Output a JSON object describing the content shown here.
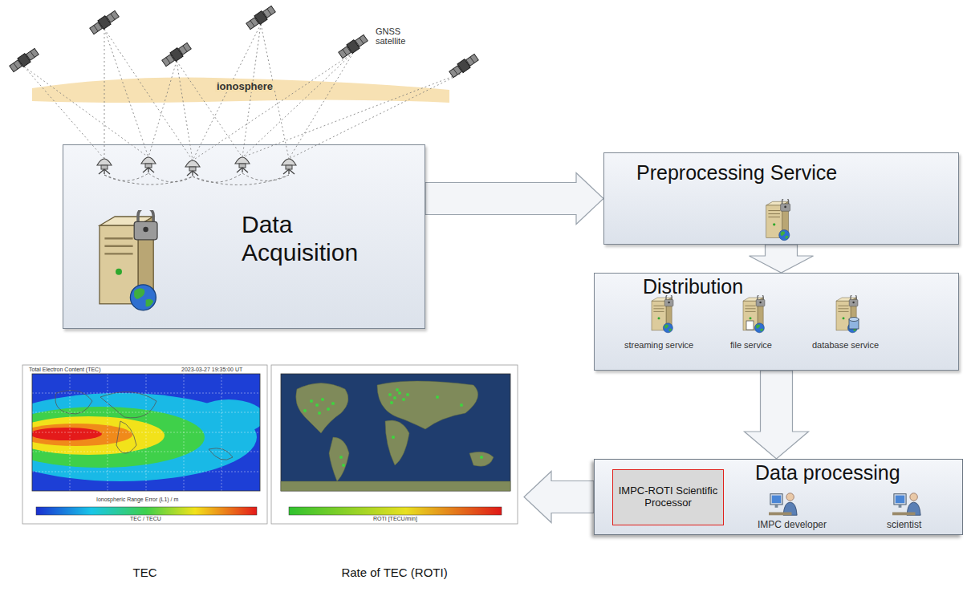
{
  "diagram": {
    "nodes": [
      {
        "text": [
          "Data Acquisition"
        ]
      },
      {
        "text": [
          "Preprocessing Service"
        ]
      },
      {
        "text": [
          "Distribution"
        ]
      },
      {
        "text": [
          "Data processing"
        ]
      },
      {
        "text": [
          "IMPC-ROTI Scientific Processor"
        ],
        "in": 3
      },
      {
        "text": [
          "TEC"
        ]
      },
      {
        "text": [
          "Rate of TEC (ROTI)"
        ]
      }
    ],
    "edges": [
      {
        "from": 0,
        "to": 1,
        "arrow": "to"
      },
      {
        "from": 1,
        "to": 2,
        "arrow": "to"
      },
      {
        "from": 2,
        "to": 3,
        "arrow": "to"
      },
      {
        "from": 3,
        "to": 6,
        "arrow": "to"
      }
    ],
    "labels": [
      "GNSS satellite",
      "ionosphere",
      "streaming service",
      "file service",
      "database service",
      "IMPC developer",
      "scientist",
      "Total Electron Content (TEC)",
      "2023-03-27 19:35:00 UT",
      "Ionospheric Range Error (L1) / m",
      "TEC / TECU",
      "ROTI [TECU/min]"
    ]
  }
}
